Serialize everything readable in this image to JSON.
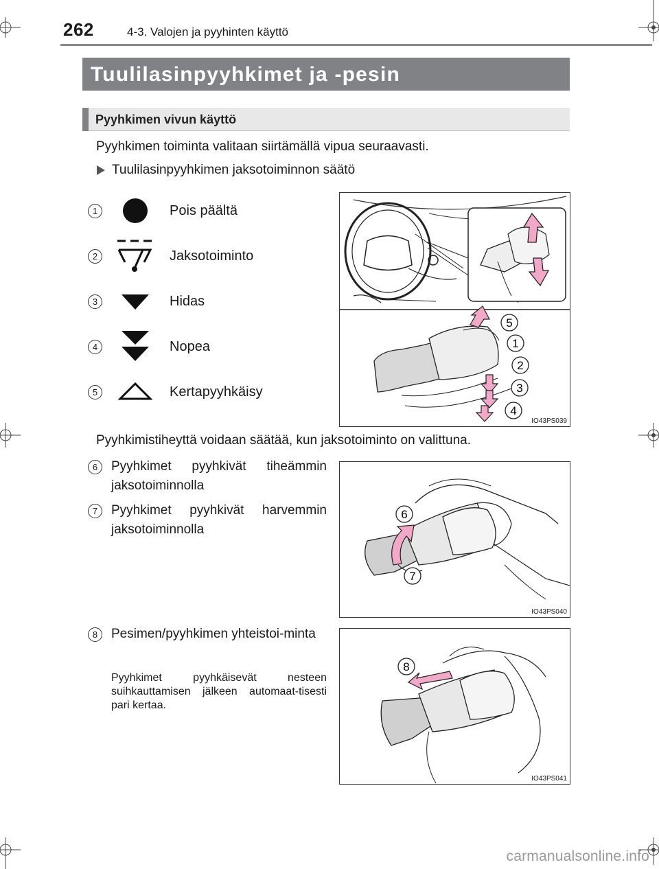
{
  "header": {
    "page_number": "262",
    "chapter": "4-3. Valojen ja pyyhinten käyttö"
  },
  "section_title": "Tuulilasinpyyhkimet ja -pesin",
  "subsection_title": "Pyyhkimen vivun käyttö",
  "intro": "Pyyhkimen toiminta valitaan siirtämällä vipua seuraavasti.",
  "bullet": "Tuulilasinpyyhkimen jaksotoiminnon säätö",
  "modes": [
    {
      "num": "1",
      "icon": "off-circle-icon",
      "label": "Pois päältä"
    },
    {
      "num": "2",
      "icon": "intermittent-wiper-icon",
      "label": "Jaksotoiminto"
    },
    {
      "num": "3",
      "icon": "low-speed-triangle-icon",
      "label": "Hidas"
    },
    {
      "num": "4",
      "icon": "high-speed-double-triangle-icon",
      "label": "Nopea"
    },
    {
      "num": "5",
      "icon": "single-wipe-outline-triangle-icon",
      "label": "Kertapyyhkäisy"
    }
  ],
  "adjust_text": "Pyyhkimistiheyttä voidaan säätää, kun jaksotoiminto on valittuna.",
  "items": [
    {
      "num": "6",
      "label": "Pyyhkimet pyyhkivät tiheämmin jaksotoiminnolla"
    },
    {
      "num": "7",
      "label": "Pyyhkimet pyyhkivät harvemmin jaksotoiminnolla"
    },
    {
      "num": "8",
      "label": "Pesimen/pyyhkimen yhteistoi-minta",
      "note": "Pyyhkimet pyyhkäisevät nesteen suihkauttamisen jälkeen automaat-tisesti pari kertaa."
    }
  ],
  "figures": [
    {
      "code": "IO43PS039",
      "callouts": [
        "5",
        "1",
        "2",
        "3",
        "4"
      ]
    },
    {
      "code": "IO43PS040",
      "callouts": [
        "6",
        "7"
      ]
    },
    {
      "code": "IO43PS041",
      "callouts": [
        "8"
      ]
    }
  ],
  "watermark": "carmanualsonline.info",
  "colors": {
    "title_bar": "#808285",
    "subsection_bg": "#e8e8e8",
    "arrow_pink": "#f2a8c8"
  }
}
